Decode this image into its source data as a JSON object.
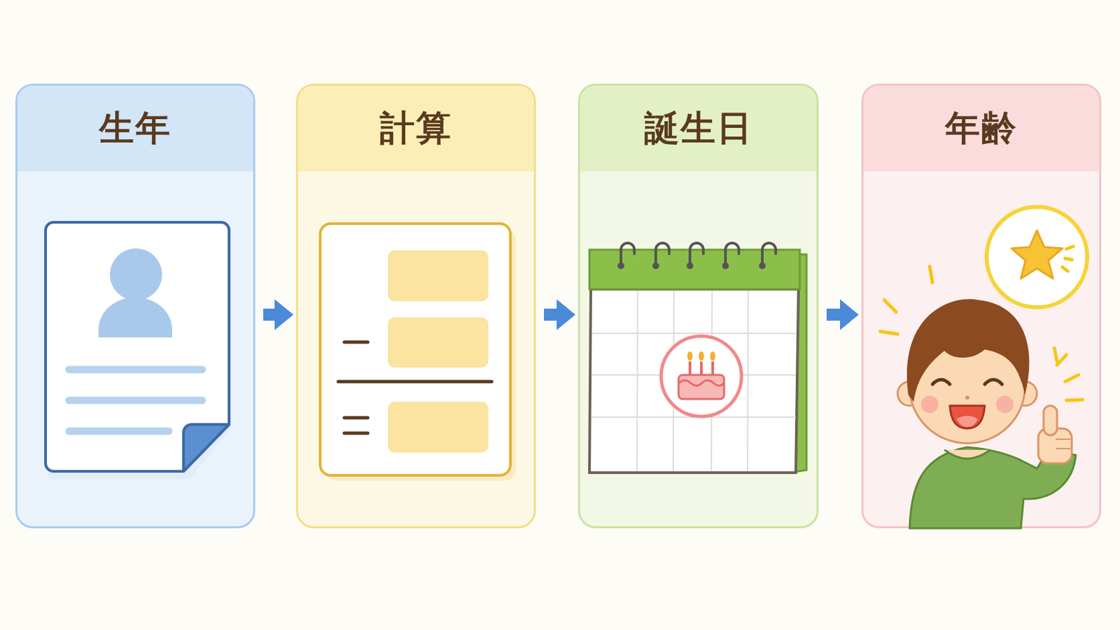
{
  "diagram": {
    "nodes": [
      {
        "text": [
          "生年"
        ]
      },
      {
        "text": [
          "計算"
        ]
      },
      {
        "text": [
          "誕生日"
        ]
      },
      {
        "text": [
          "年齢"
        ]
      }
    ],
    "edges": [
      {
        "from": 0,
        "to": 1,
        "arrow": "to"
      },
      {
        "from": 1,
        "to": 2,
        "arrow": "to"
      },
      {
        "from": 2,
        "to": 3,
        "arrow": "to"
      }
    ]
  }
}
